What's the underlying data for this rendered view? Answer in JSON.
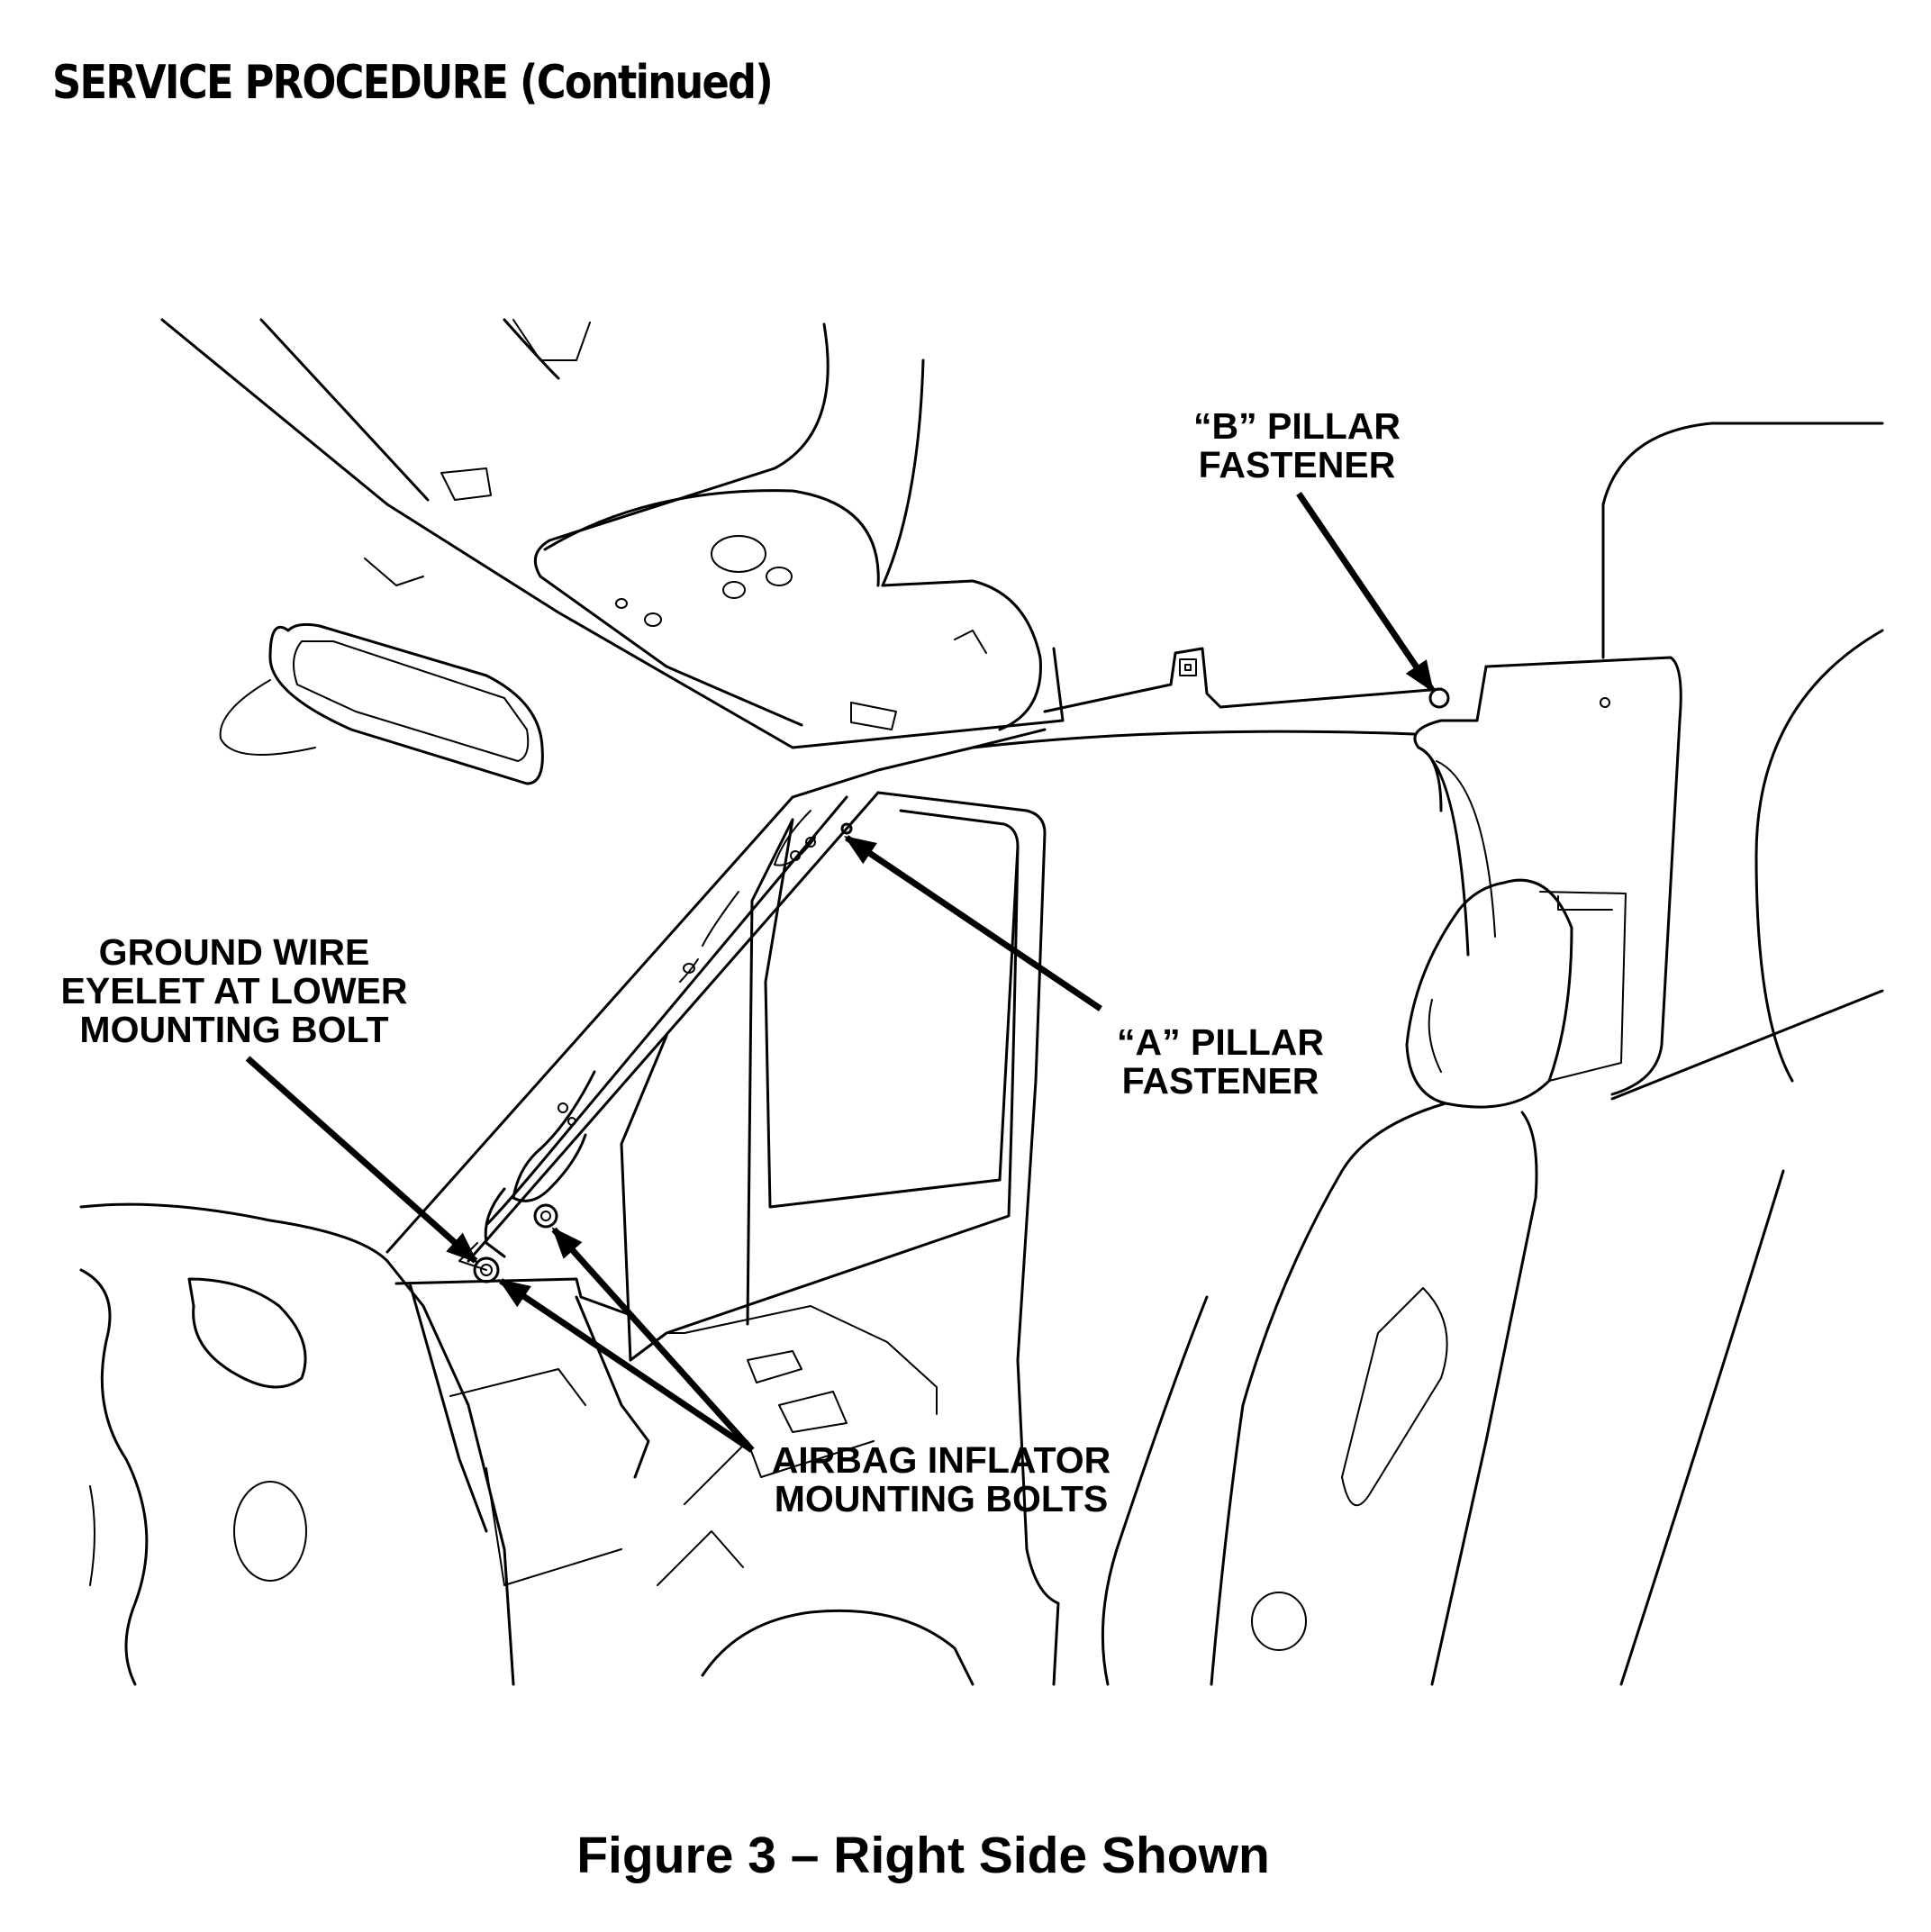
{
  "header": {
    "title": "SERVICE PROCEDURE (Continued)"
  },
  "callouts": {
    "b_pillar": [
      "“B” PILLAR",
      "FASTENER"
    ],
    "a_pillar": [
      "“A” PILLAR",
      "FASTENER"
    ],
    "ground_wire": [
      "GROUND WIRE",
      "EYELET AT LOWER",
      "MOUNTING BOLT"
    ],
    "airbag_inflator": [
      "AIRBAG INFLATOR",
      "MOUNTING BOLTS"
    ]
  },
  "caption": "Figure 3 – Right Side Shown"
}
